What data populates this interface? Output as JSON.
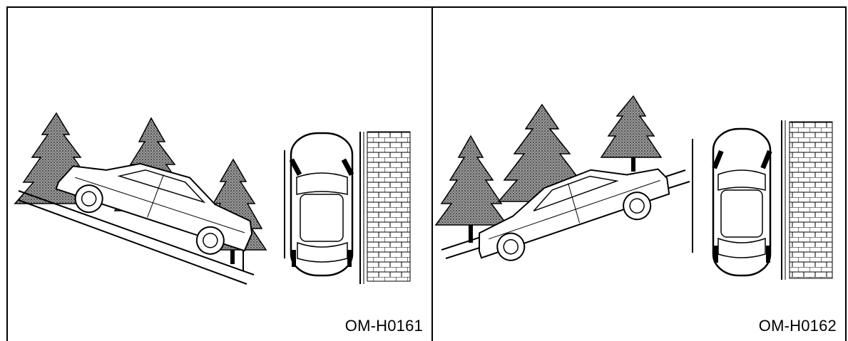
{
  "figures": [
    {
      "code": "OM-H0161",
      "scene": "car parked uphill facing up the slope, front wheels turned away from the curb"
    },
    {
      "code": "OM-H0162",
      "scene": "car parked downhill facing down the slope, front wheels turned toward the curb"
    }
  ],
  "colors": {
    "ink": "#000000",
    "paper": "#ffffff",
    "tree_fill": "#6e6e6e"
  }
}
